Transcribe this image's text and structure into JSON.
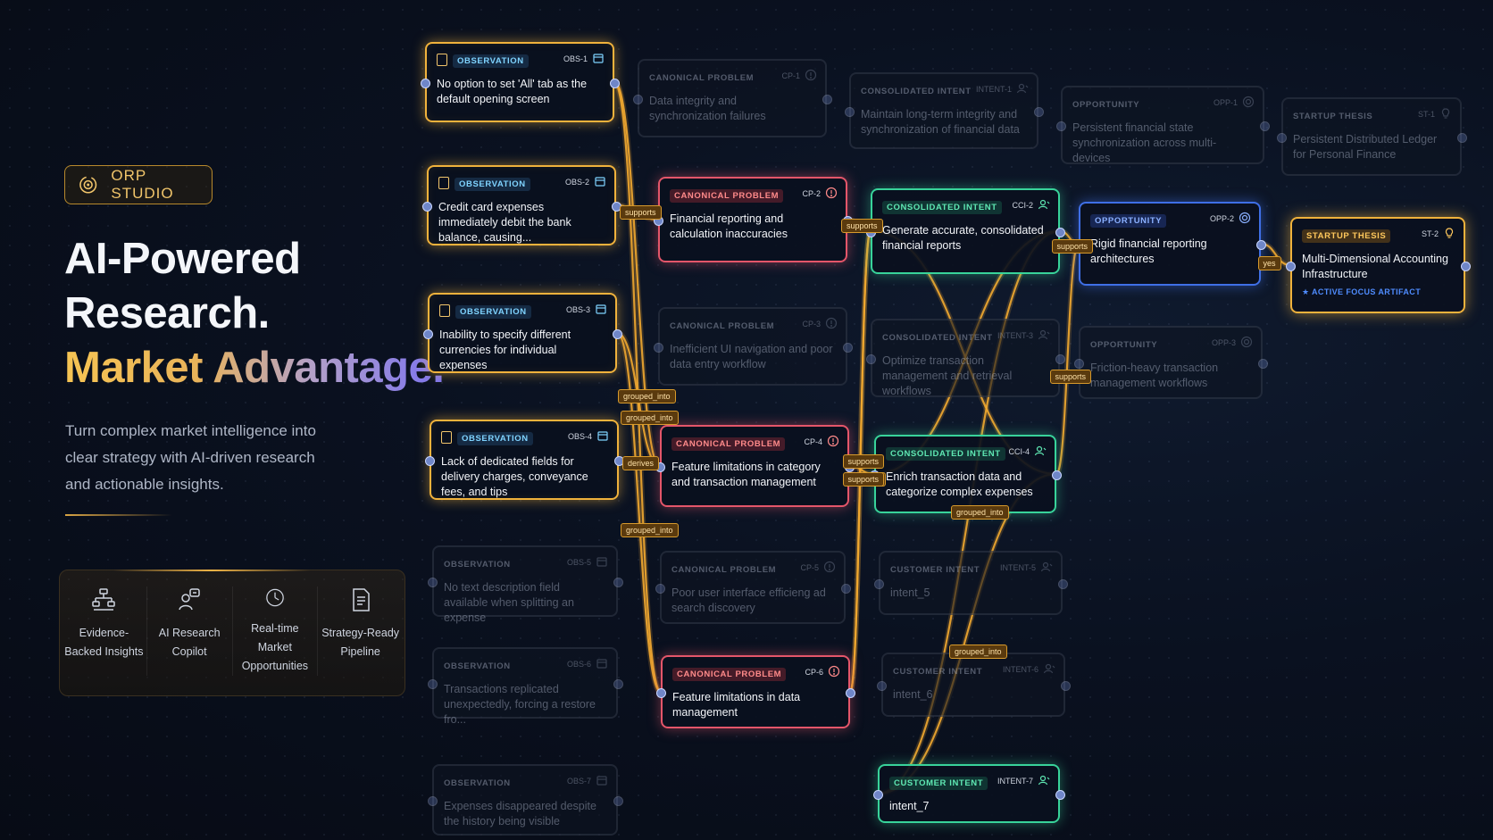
{
  "brand": {
    "label": "ORP STUDIO",
    "icon": "target-icon"
  },
  "headline": {
    "line1": "AI-Powered",
    "line2": "Research.",
    "line3": "Market Advantage."
  },
  "tagline": "Turn complex market intelligence into clear strategy with AI-driven research and actionable insights.",
  "features": [
    {
      "icon": "hierarchy-icon",
      "label": "Evidence-Backed Insights"
    },
    {
      "icon": "copilot-icon",
      "label": "AI Research Copilot"
    },
    {
      "icon": "clock-icon",
      "label": "Real-time Market Opportunities"
    },
    {
      "icon": "document-icon",
      "label": "Strategy-Ready Pipeline"
    }
  ],
  "colors": {
    "observation": "#f0b23c",
    "canonical_problem": "#e4566a",
    "consolidated_intent": "#38d39a",
    "opportunity": "#3f6fe6",
    "startup_thesis": "#f0b23c",
    "edge": "#f1a930",
    "accent_gold": "#f6c453",
    "accent_violet": "#7c73f0"
  },
  "graph": {
    "nodes": [
      {
        "id": "obs1",
        "kind": "OBSERVATION",
        "code": "OBS-1",
        "text": "No option to set 'All' tab as the default opening screen",
        "style": "obs",
        "icon": "calendar-icon",
        "kindIcon": "clipboard-icon"
      },
      {
        "id": "obs2",
        "kind": "OBSERVATION",
        "code": "OBS-2",
        "text": "Credit card expenses immediately debit the bank balance, causing...",
        "style": "obs",
        "icon": "calendar-icon",
        "kindIcon": "clipboard-icon"
      },
      {
        "id": "obs3",
        "kind": "OBSERVATION",
        "code": "OBS-3",
        "text": "Inability to specify different currencies for individual expenses",
        "style": "obs",
        "icon": "calendar-icon",
        "kindIcon": "clipboard-icon"
      },
      {
        "id": "obs4",
        "kind": "OBSERVATION",
        "code": "OBS-4",
        "text": "Lack of dedicated fields for delivery charges, conveyance fees, and tips",
        "style": "obs",
        "icon": "calendar-icon",
        "kindIcon": "clipboard-icon"
      },
      {
        "id": "obs5",
        "kind": "OBSERVATION",
        "code": "OBS-5",
        "text": "No text description field available when splitting an expense",
        "style": "dim",
        "icon": "calendar-icon"
      },
      {
        "id": "obs6",
        "kind": "OBSERVATION",
        "code": "OBS-6",
        "text": "Transactions replicated unexpectedly, forcing a restore fro...",
        "style": "dim",
        "icon": "calendar-icon"
      },
      {
        "id": "obs7",
        "kind": "OBSERVATION",
        "code": "OBS-7",
        "text": "Expenses disappeared despite the history being visible",
        "style": "dim",
        "icon": "calendar-icon"
      },
      {
        "id": "cp1",
        "kind": "CANONICAL PROBLEM",
        "code": "CP-1",
        "text": "Data integrity and synchronization failures",
        "style": "dim",
        "icon": "alert-icon"
      },
      {
        "id": "cp2",
        "kind": "CANONICAL PROBLEM",
        "code": "CP-2",
        "text": "Financial reporting and calculation inaccuracies",
        "style": "cp",
        "icon": "alert-icon"
      },
      {
        "id": "cp3",
        "kind": "CANONICAL PROBLEM",
        "code": "CP-3",
        "text": "Inefficient UI navigation and poor data entry workflow",
        "style": "dim",
        "icon": "alert-icon"
      },
      {
        "id": "cp4",
        "kind": "CANONICAL PROBLEM",
        "code": "CP-4",
        "text": "Feature limitations in category and transaction management",
        "style": "cp",
        "icon": "alert-icon"
      },
      {
        "id": "cp5",
        "kind": "CANONICAL PROBLEM",
        "code": "CP-5",
        "text": "Poor user interface efficieng ad search discovery",
        "style": "dim",
        "icon": "alert-icon"
      },
      {
        "id": "cp6",
        "kind": "CANONICAL PROBLEM",
        "code": "CP-6",
        "text": "Feature limitations in data management",
        "style": "cp",
        "icon": "alert-icon"
      },
      {
        "id": "ci1",
        "kind": "CONSOLIDATED INTENT",
        "code": "INTENT-1",
        "text": "Maintain long-term integrity and synchronization of financial data",
        "style": "dim",
        "icon": "person-icon"
      },
      {
        "id": "cci2",
        "kind": "CONSOLIDATED INTENT",
        "code": "CCI-2",
        "text": "Generate accurate, consolidated financial reports",
        "style": "ci",
        "icon": "person-icon"
      },
      {
        "id": "ci3",
        "kind": "CONSOLIDATED INTENT",
        "code": "INTENT-3",
        "text": "Optimize transaction management and retrieval workflows",
        "style": "dim",
        "icon": "person-icon"
      },
      {
        "id": "cci4",
        "kind": "CONSOLIDATED INTENT",
        "code": "CCI-4",
        "text": "Enrich transaction data and categorize complex expenses",
        "style": "ci",
        "icon": "person-icon"
      },
      {
        "id": "ci5",
        "kind": "CUSTOMER INTENT",
        "code": "INTENT-5",
        "text": "intent_5",
        "style": "dim",
        "icon": "person-icon"
      },
      {
        "id": "ci6",
        "kind": "CUSTOMER INTENT",
        "code": "INTENT-6",
        "text": "intent_6",
        "style": "dim",
        "icon": "person-icon"
      },
      {
        "id": "ci7",
        "kind": "CUSTOMER INTENT",
        "code": "INTENT-7",
        "text": "intent_7",
        "style": "ci",
        "icon": "person-icon"
      },
      {
        "id": "opp1",
        "kind": "OPPORTUNITY",
        "code": "OPP-1",
        "text": "Persistent financial state synchronization across multi-devices",
        "style": "dim",
        "icon": "target-icon"
      },
      {
        "id": "opp2",
        "kind": "OPPORTUNITY",
        "code": "OPP-2",
        "text": "Rigid financial reporting architectures",
        "style": "opp",
        "icon": "target-icon"
      },
      {
        "id": "opp3",
        "kind": "OPPORTUNITY",
        "code": "OPP-3",
        "text": "Friction-heavy transaction management workflows",
        "style": "dim",
        "icon": "target-icon"
      },
      {
        "id": "st1",
        "kind": "STARTUP THESIS",
        "code": "ST-1",
        "text": "Persistent Distributed Ledger for Personal Finance",
        "style": "dim",
        "icon": "bulb-icon"
      },
      {
        "id": "st2",
        "kind": "STARTUP THESIS",
        "code": "ST-2",
        "text": "Multi-Dimensional Accounting Infrastructure",
        "style": "st",
        "icon": "bulb-icon",
        "focus": "★ ACTIVE FOCUS ARTIFACT"
      }
    ],
    "edges": [
      {
        "from": "obs2",
        "to": "cp2",
        "label": "supports"
      },
      {
        "from": "obs1",
        "to": "cp4",
        "label": ""
      },
      {
        "from": "obs3",
        "to": "cp4",
        "label": "grouped_into"
      },
      {
        "from": "obs4",
        "to": "cp4",
        "label": "derives"
      },
      {
        "from": "obs1",
        "to": "cp6",
        "label": "grouped_into"
      },
      {
        "from": "obs3",
        "to": "cp6",
        "label": "grouped_into"
      },
      {
        "from": "cp2",
        "to": "cci2",
        "label": "supports"
      },
      {
        "from": "cp4",
        "to": "cci4",
        "label": "supports"
      },
      {
        "from": "cp6",
        "to": "cci2",
        "label": "supports"
      },
      {
        "from": "cp6",
        "to": "cci2",
        "label": "supports"
      },
      {
        "from": "cci2",
        "to": "opp2",
        "label": "supports"
      },
      {
        "from": "cci4",
        "to": "opp2",
        "label": "supports"
      },
      {
        "from": "cci2",
        "to": "cci4",
        "label": ""
      },
      {
        "from": "cci4",
        "to": "cci2",
        "label": ""
      },
      {
        "from": "cci4",
        "to": "ci7",
        "label": "grouped_into"
      },
      {
        "from": "cci2",
        "to": "ci7",
        "label": "grouped_into"
      },
      {
        "from": "opp2",
        "to": "st2",
        "label": "yes"
      }
    ]
  }
}
